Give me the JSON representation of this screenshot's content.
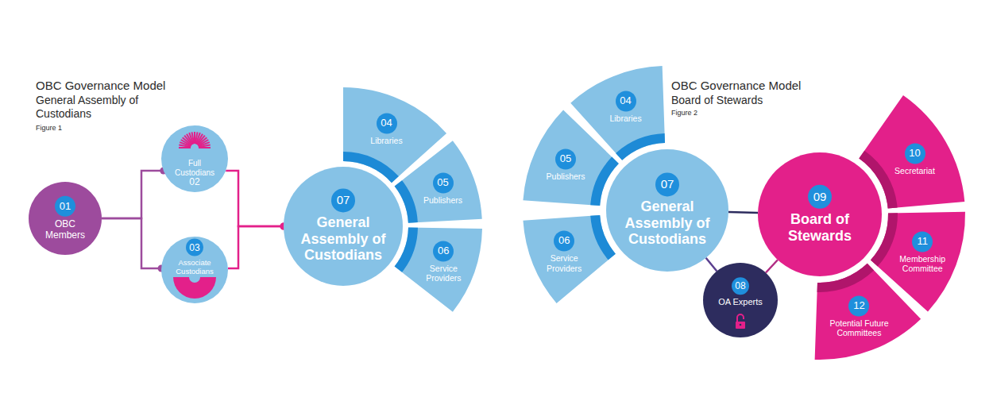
{
  "diagram": {
    "nodes": [
      {
        "text": [
          "01",
          "OBC Members"
        ]
      },
      {
        "text": [
          "Full Custodians",
          "02"
        ]
      },
      {
        "text": [
          "03",
          "Associate Custodians"
        ]
      },
      {
        "text": [
          "07",
          "General Assembly of Custodians"
        ]
      },
      {
        "text": [
          "04",
          "Libraries"
        ]
      },
      {
        "text": [
          "05",
          "Publishers"
        ]
      },
      {
        "text": [
          "06",
          "Service Providers"
        ]
      },
      {
        "text": [
          "04",
          "Libraries"
        ]
      },
      {
        "text": [
          "05",
          "Publishers"
        ]
      },
      {
        "text": [
          "06",
          "Service Providers"
        ]
      },
      {
        "text": [
          "07",
          "General Assembly of Custodians"
        ]
      },
      {
        "text": [
          "08",
          "OA Experts"
        ]
      },
      {
        "text": [
          "09",
          "Board of Stewards"
        ]
      },
      {
        "text": [
          "10",
          "Secretariat"
        ]
      },
      {
        "text": [
          "11",
          "Membership Committee"
        ]
      },
      {
        "text": [
          "12",
          "Potential Future Committees"
        ]
      }
    ],
    "edges": [
      {
        "from": 0,
        "to": 1,
        "arrow": "none"
      },
      {
        "from": 0,
        "to": 2,
        "arrow": "none"
      },
      {
        "from": 1,
        "to": 3,
        "arrow": "none"
      },
      {
        "from": 2,
        "to": 3,
        "arrow": "none"
      },
      {
        "from": 10,
        "to": 12,
        "arrow": "none"
      },
      {
        "from": 10,
        "to": 11,
        "arrow": "none"
      },
      {
        "from": 11,
        "to": 12,
        "arrow": "none"
      }
    ],
    "labels": [
      "OBC Governance Model",
      "General Assembly of Custodians",
      "Figure 1",
      "OBC Governance Model",
      "Board of Stewards",
      "Figure 2"
    ]
  }
}
